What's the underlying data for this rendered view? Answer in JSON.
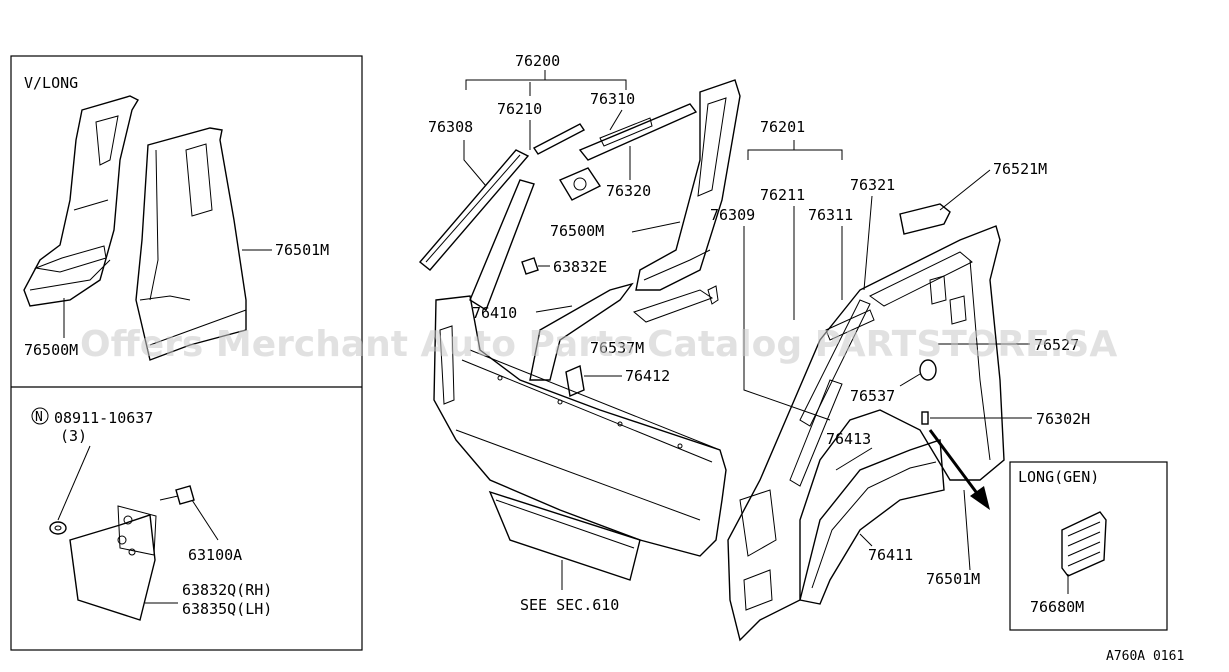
{
  "watermark": "Offers Merchant Auto Parts Catalog PARTSTORE.SA",
  "figure_code": "A760A 0161",
  "panels": {
    "v_long": {
      "title": "V/LONG",
      "labels": [
        "76501M",
        "76500M"
      ]
    },
    "hardware": {
      "nut_symbol": "N",
      "nut_part": "08911-10637",
      "nut_qty": "(3)",
      "bolt_part": "63100A",
      "flap_rh": "63832Q(RH)",
      "flap_lh": "63835Q(LH)"
    },
    "long_gen": {
      "title": "LONG(GEN)",
      "label": "76680M"
    }
  },
  "labels": {
    "p76200": "76200",
    "p76210": "76210",
    "p76310": "76310",
    "p76308": "76308",
    "p76320": "76320",
    "p76500M": "76500M",
    "p63832E": "63832E",
    "p76410": "76410",
    "p76537M": "76537M",
    "p76412": "76412",
    "p76201": "76201",
    "p76211": "76211",
    "p76321": "76321",
    "p76311": "76311",
    "p76309": "76309",
    "p76521M": "76521M",
    "p76527": "76527",
    "p76537": "76537",
    "p76302H": "76302H",
    "p76413": "76413",
    "p76411": "76411",
    "p76501M": "76501M",
    "see_sec": "SEE SEC.610"
  }
}
